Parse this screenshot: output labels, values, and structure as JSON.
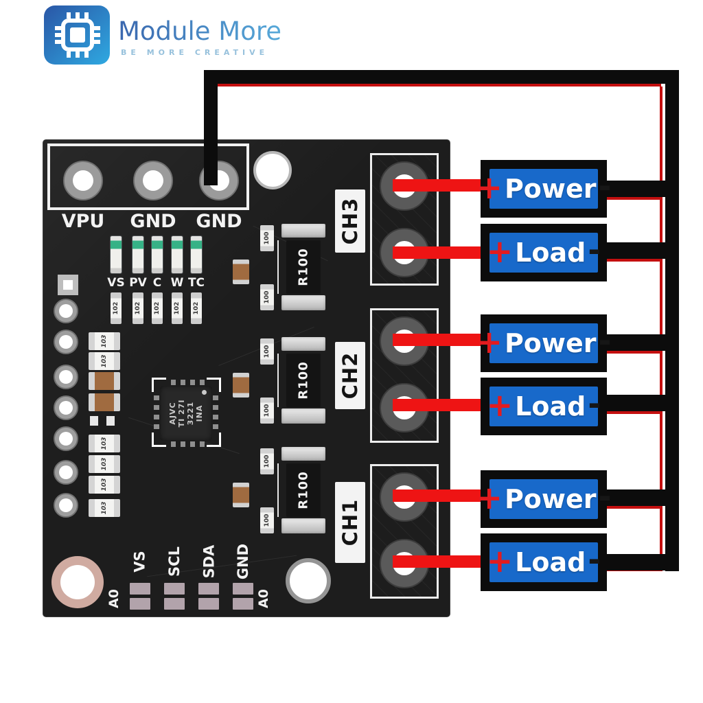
{
  "logo": {
    "brand": "Module More",
    "tagline": "BE MORE CREATIVE"
  },
  "board": {
    "top_pins": [
      "VPU",
      "GND",
      "GND"
    ],
    "indicator_labels": [
      "VS",
      "PV",
      "C",
      "W",
      "TC"
    ],
    "indicator_resistor": "102",
    "side_resistor": "103",
    "filter_resistor": "100",
    "shunt_label": "R100",
    "chip_lines": [
      "INA",
      "3221",
      "TI 27I",
      "AJVC"
    ],
    "channel_labels": [
      "CH3",
      "CH2",
      "CH1"
    ],
    "bottom_pins": [
      "A0",
      "VS",
      "SCL",
      "SDA",
      "GND",
      "A0"
    ]
  },
  "wiring": {
    "plus": "+",
    "minus": "-",
    "boxes": [
      {
        "label": "Power"
      },
      {
        "label": "Load"
      },
      {
        "label": "Power"
      },
      {
        "label": "Load"
      },
      {
        "label": "Power"
      },
      {
        "label": "Load"
      }
    ]
  },
  "colors": {
    "pcb": "#1d1d1d",
    "wire_red": "#ee1414",
    "wire_black": "#0c0c0c",
    "box_blue": "#1869ca",
    "plus_red": "#e31b1f",
    "logo_blue_dark": "#3a67ae",
    "logo_blue_light": "#57a9d9"
  }
}
